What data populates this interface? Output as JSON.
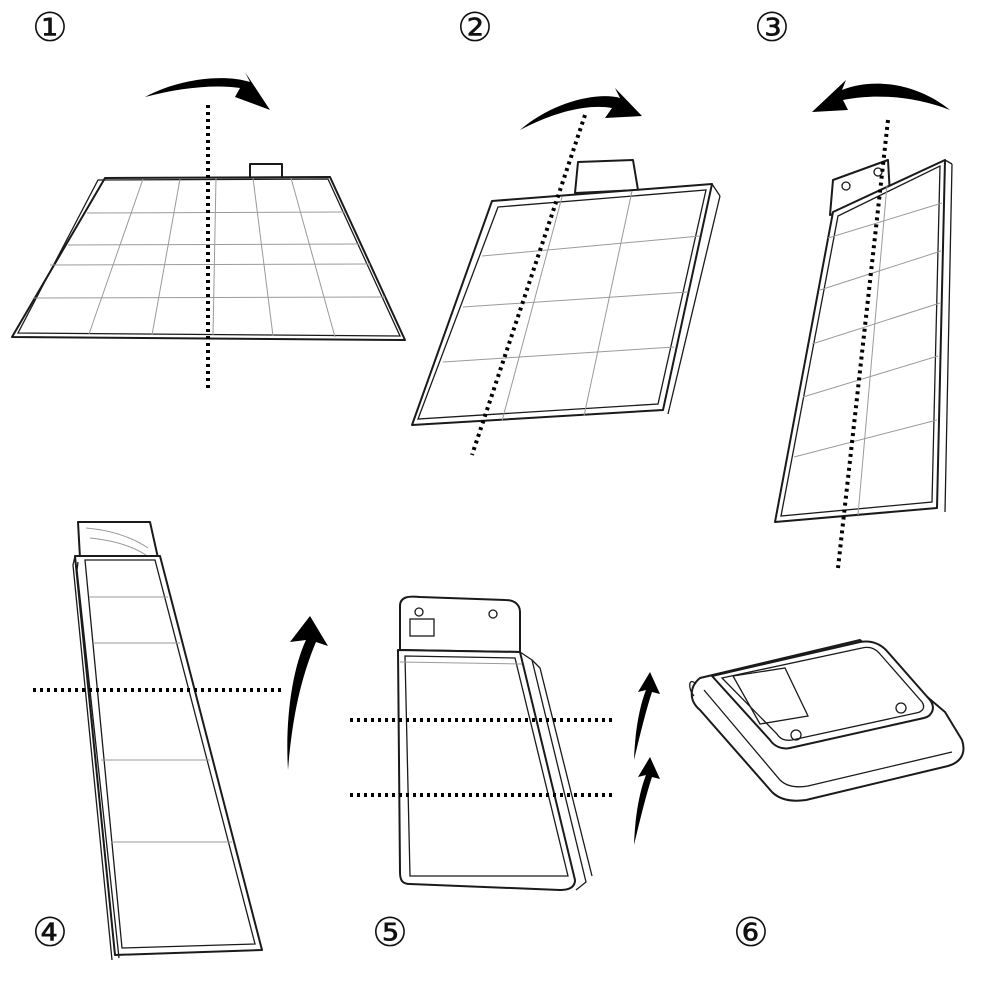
{
  "steps": [
    {
      "label": "①",
      "fold": "vertical-fold-right"
    },
    {
      "label": "②",
      "fold": "diagonal-fold-right"
    },
    {
      "label": "③",
      "fold": "diagonal-fold-left"
    },
    {
      "label": "④",
      "fold": "horizontal-fold-up"
    },
    {
      "label": "⑤",
      "fold": "double-horizontal-fold-up"
    },
    {
      "label": "⑥",
      "fold": "folded-bundle"
    }
  ],
  "colors": {
    "line": "#1a1a1a",
    "grid": "#9a9a9a",
    "arrow": "#000000",
    "background": "#ffffff"
  }
}
